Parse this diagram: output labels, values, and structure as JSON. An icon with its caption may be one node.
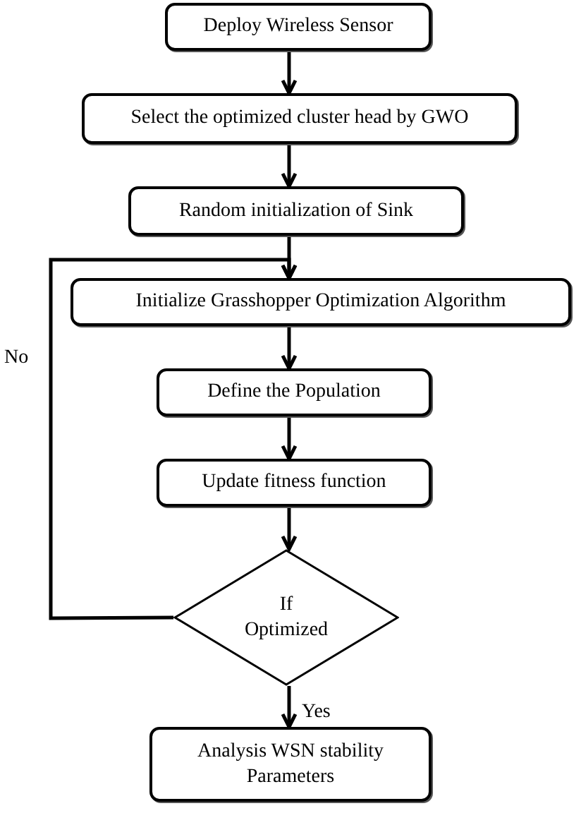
{
  "diagram": {
    "nodes": [
      {
        "text": [
          "Deploy Wireless Sensor"
        ]
      },
      {
        "text": [
          "Select the optimized cluster head by GWO"
        ]
      },
      {
        "text": [
          "Random initialization of Sink"
        ]
      },
      {
        "text": [
          "Initialize Grasshopper Optimization Algorithm"
        ]
      },
      {
        "text": [
          "Define the Population"
        ]
      },
      {
        "text": [
          "Update fitness function"
        ]
      },
      {
        "text": [
          "If Optimized"
        ]
      },
      {
        "text": [
          "Analysis WSN stability Parameters"
        ]
      }
    ],
    "edges": [
      {
        "from": 0,
        "to": 1,
        "arrow": "to"
      },
      {
        "from": 1,
        "to": 2,
        "arrow": "to"
      },
      {
        "from": 2,
        "to": 3,
        "arrow": "to"
      },
      {
        "from": 3,
        "to": 4,
        "arrow": "to"
      },
      {
        "from": 4,
        "to": 5,
        "arrow": "to"
      },
      {
        "from": 5,
        "to": 6,
        "arrow": "to"
      },
      {
        "from": 6,
        "to": 7,
        "arrow": "to",
        "label": "Yes"
      },
      {
        "from": 6,
        "to": 3,
        "arrow": "to",
        "label": "No"
      }
    ]
  }
}
